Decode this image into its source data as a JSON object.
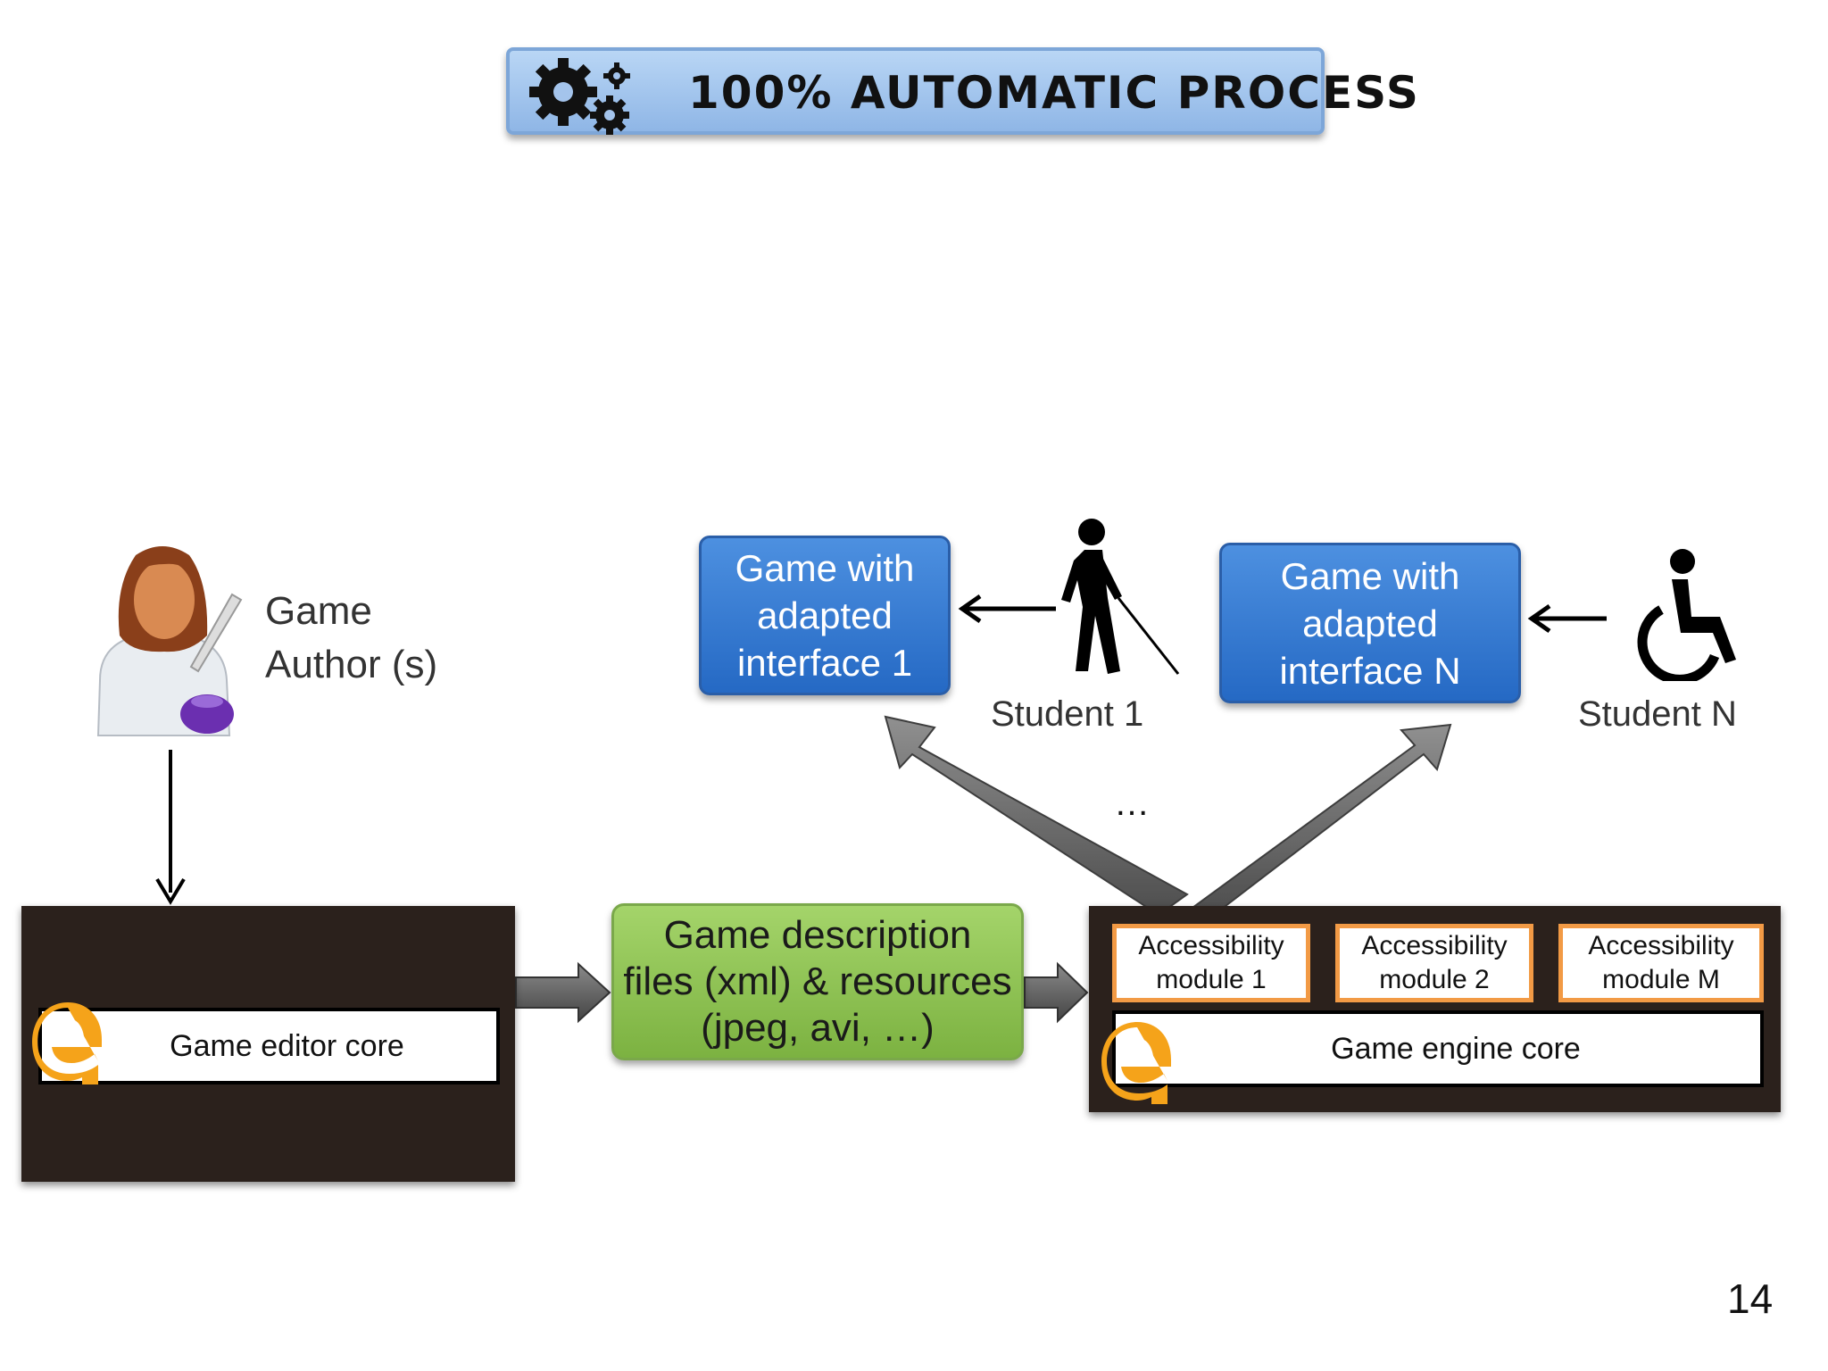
{
  "banner": {
    "title": "100% AUTOMATIC PROCESS",
    "icon": "gears-icon"
  },
  "author": {
    "label_line1": "Game",
    "label_line2": "Author (s)",
    "icon": "author-avatar-icon"
  },
  "editor": {
    "core_label": "Game editor core",
    "logo": "e"
  },
  "description": {
    "line1": "Game description",
    "line2": "files (xml) & resources",
    "line3": "(jpeg, avi, …)"
  },
  "engine": {
    "core_label": "Game engine core",
    "logo": "e",
    "modules": [
      {
        "line1": "Accessibility",
        "line2": "module 1"
      },
      {
        "line1": "Accessibility",
        "line2": "module 2"
      },
      {
        "line1": "Accessibility",
        "line2": "module M"
      }
    ]
  },
  "game1": {
    "line1": "Game with",
    "line2": "adapted",
    "line3": "interface 1"
  },
  "gameN": {
    "line1": "Game with",
    "line2": "adapted",
    "line3": "interface N"
  },
  "student1": {
    "label": "Student 1",
    "icon": "blind-person-icon"
  },
  "studentN": {
    "label": "Student N",
    "icon": "wheelchair-icon"
  },
  "ellipsis": "…",
  "page_number": "14",
  "colors": {
    "banner": "#8fb6e6",
    "blue_box": "#2f74cc",
    "green_box": "#8ec153",
    "dark_box": "#2b211c",
    "module_border": "#f29a45",
    "logo": "#f5a31a"
  }
}
